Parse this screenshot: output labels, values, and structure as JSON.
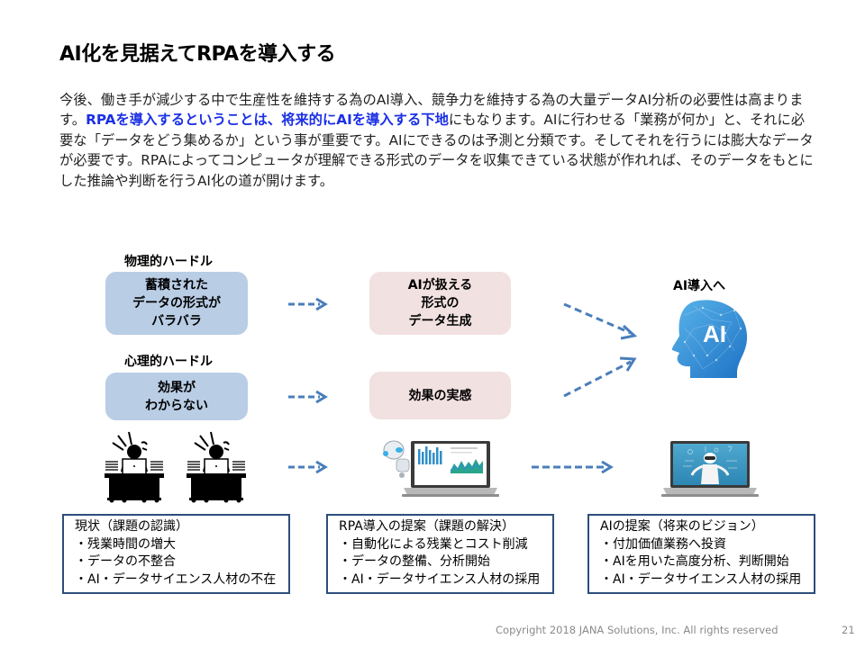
{
  "slide": {
    "title": "AI化を見据えてRPAを導入する",
    "paragraph": {
      "part1": "今後、働き手が減少する中で生産性を維持する為のAI導入、競争力を維持する為の大量データAI分析の必要性は高まります。",
      "highlight": "RPAを導入するということは、将来的にAIを導入する下地",
      "part2": "にもなります。AIに行わせる「業務が何か」と、それに必要な「データをどう集めるか」という事が重要です。AIにできるのは予測と分類です。そしてそれを行うには膨大なデータが必要です。RPAによってコンピュータが理解できる形式のデータを収集できている状態が作れれば、そのデータをもとにした推論や判断を行うAI化の道が開けます。"
    },
    "diagram": {
      "physical_hurdle_label": "物理的ハードル",
      "physical_hurdle_box": "蓄積された\nデータの形式が\nバラバラ",
      "psychological_hurdle_label": "心理的ハードル",
      "psychological_hurdle_box": "効果が\nわからない",
      "ai_data_box": "AIが扱える\n形式の\nデータ生成",
      "effect_box": "効果の実感",
      "ai_goal_label": "AI導入へ",
      "ai_head_text": "AI",
      "accent_color": "#4a7ebb"
    },
    "summaries": [
      {
        "heading": "現状（課題の認識）",
        "items": [
          "・残業時間の増大",
          "・データの不整合",
          "・AI・データサイエンス人材の不在"
        ]
      },
      {
        "heading": "RPA導入の提案（課題の解決）",
        "items": [
          "・自動化による残業とコスト削減",
          "・データの整備、分析開始",
          "・AI・データサイエンス人材の採用"
        ]
      },
      {
        "heading": "AIの提案（将来のビジョン）",
        "items": [
          "・付加価値業務へ投資",
          "・AIを用いた高度分析、判断開始",
          "・AI・データサイエンス人材の採用"
        ]
      }
    ],
    "footer": {
      "copyright": "Copyright 2018 JANA Solutions, Inc. All rights reserved",
      "page_number": "21"
    }
  }
}
